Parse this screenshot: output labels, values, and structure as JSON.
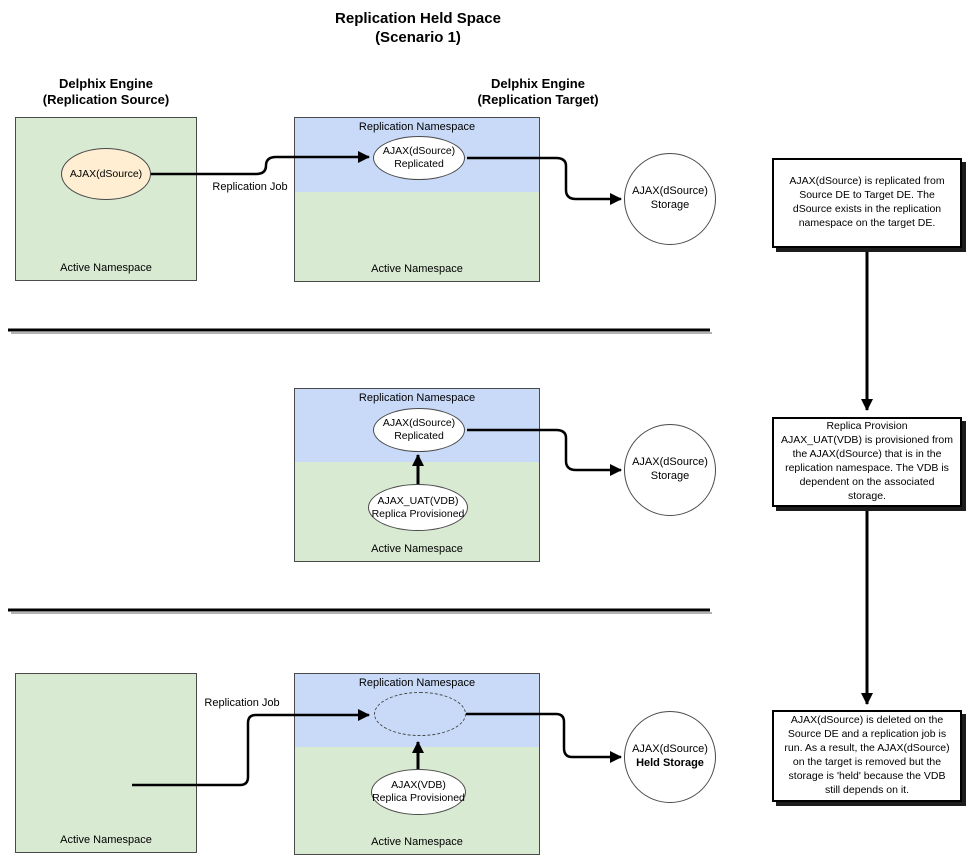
{
  "title": {
    "line1": "Replication Held Space",
    "line2": "(Scenario 1)"
  },
  "engine_headers": {
    "source": {
      "line1": "Delphix Engine",
      "line2": "(Replication Source)"
    },
    "target": {
      "line1": "Delphix Engine",
      "line2": "(Replication Target)"
    }
  },
  "colors": {
    "active_namespace_fill": "#d9ead3",
    "replication_namespace_fill": "#c9daf8",
    "dsource_fill": "#ffeed2",
    "shape_border": "#4a4a4a",
    "connector": "#000000",
    "note_shadow": "#1c1c1c"
  },
  "rows": {
    "row1": {
      "source_box": {
        "namespace_label": "Active Namespace",
        "node": "AJAX(dSource)"
      },
      "connector_label": "Replication Job",
      "target_box": {
        "replication_namespace_label": "Replication Namespace",
        "active_namespace_label": "Active Namespace",
        "replicated_node": {
          "line1": "AJAX(dSource)",
          "line2": "Replicated"
        }
      },
      "storage": {
        "line1": "AJAX(dSource)",
        "line2": "Storage"
      },
      "note": "AJAX(dSource) is replicated from Source DE to Target DE.  The dSource exists in the replication namespace on the target DE."
    },
    "row2": {
      "target_box": {
        "replication_namespace_label": "Replication Namespace",
        "active_namespace_label": "Active Namespace",
        "replicated_node": {
          "line1": "AJAX(dSource)",
          "line2": "Replicated"
        },
        "vdb_node": {
          "line1": "AJAX_UAT(VDB)",
          "line2": "Replica Provisioned"
        }
      },
      "storage": {
        "line1": "AJAX(dSource)",
        "line2": "Storage"
      },
      "note": "Replica Provision\nAJAX_UAT(VDB) is provisioned from the AJAX(dSource) that is in the replication namespace.  The VDB is dependent on the associated storage."
    },
    "row3": {
      "source_box": {
        "namespace_label": "Active Namespace"
      },
      "connector_label": "Replication Job",
      "target_box": {
        "replication_namespace_label": "Replication Namespace",
        "active_namespace_label": "Active Namespace",
        "vdb_node": {
          "line1": "AJAX(VDB)",
          "line2": "Replica Provisioned"
        }
      },
      "storage": {
        "line1": "AJAX(dSource)",
        "line2": "Held Storage"
      },
      "note": "AJAX(dSource) is deleted on the Source DE and a replication job is run. As a result, the AJAX(dSource) on the target is removed but the storage is 'held' because the VDB still depends on it."
    }
  }
}
